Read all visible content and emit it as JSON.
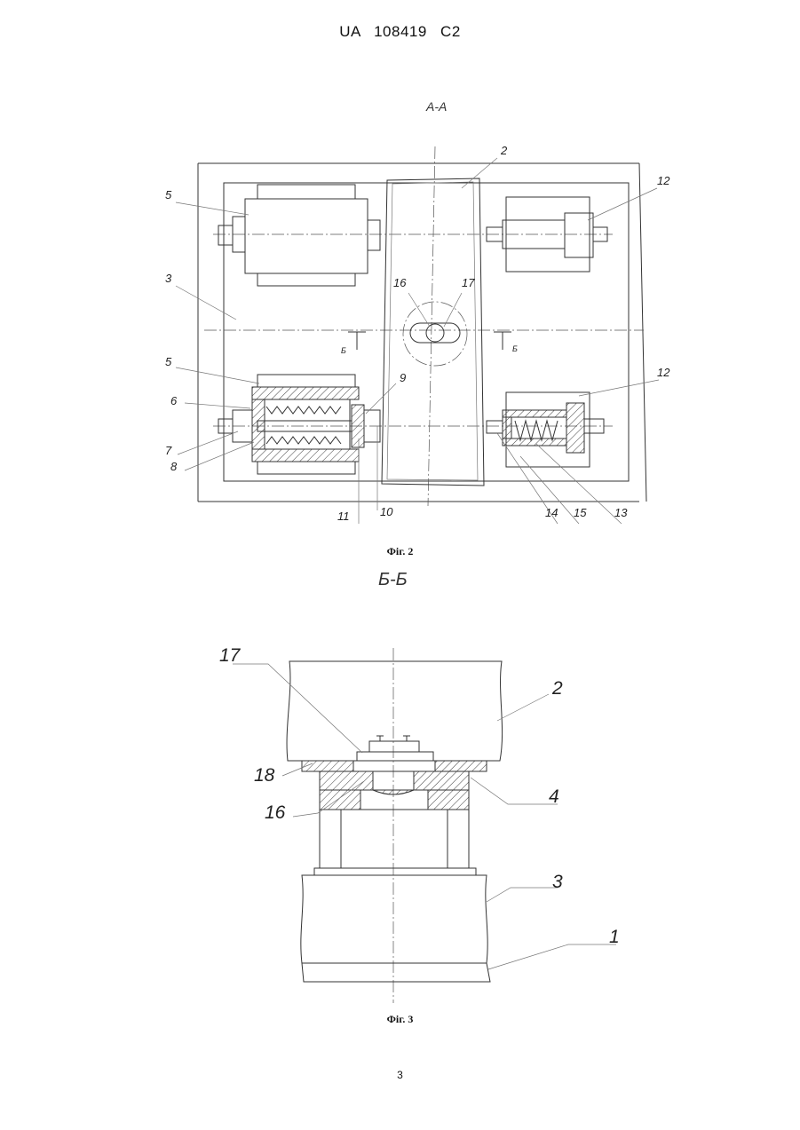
{
  "header": {
    "text": "UA   108419   C2"
  },
  "fig2": {
    "section_title": "А-А",
    "caption": "Фіг. 2",
    "section_marks": [
      "Б",
      "Б"
    ],
    "labels": [
      "2",
      "12",
      "5",
      "3",
      "16",
      "17",
      "5",
      "6",
      "9",
      "12",
      "7",
      "8",
      "11",
      "10",
      "14",
      "15",
      "13"
    ]
  },
  "fig3": {
    "section_title": "Б-Б",
    "caption": "Фіг. 3",
    "labels": [
      "17",
      "2",
      "18",
      "4",
      "16",
      "3",
      "1"
    ]
  },
  "page_number": "3"
}
